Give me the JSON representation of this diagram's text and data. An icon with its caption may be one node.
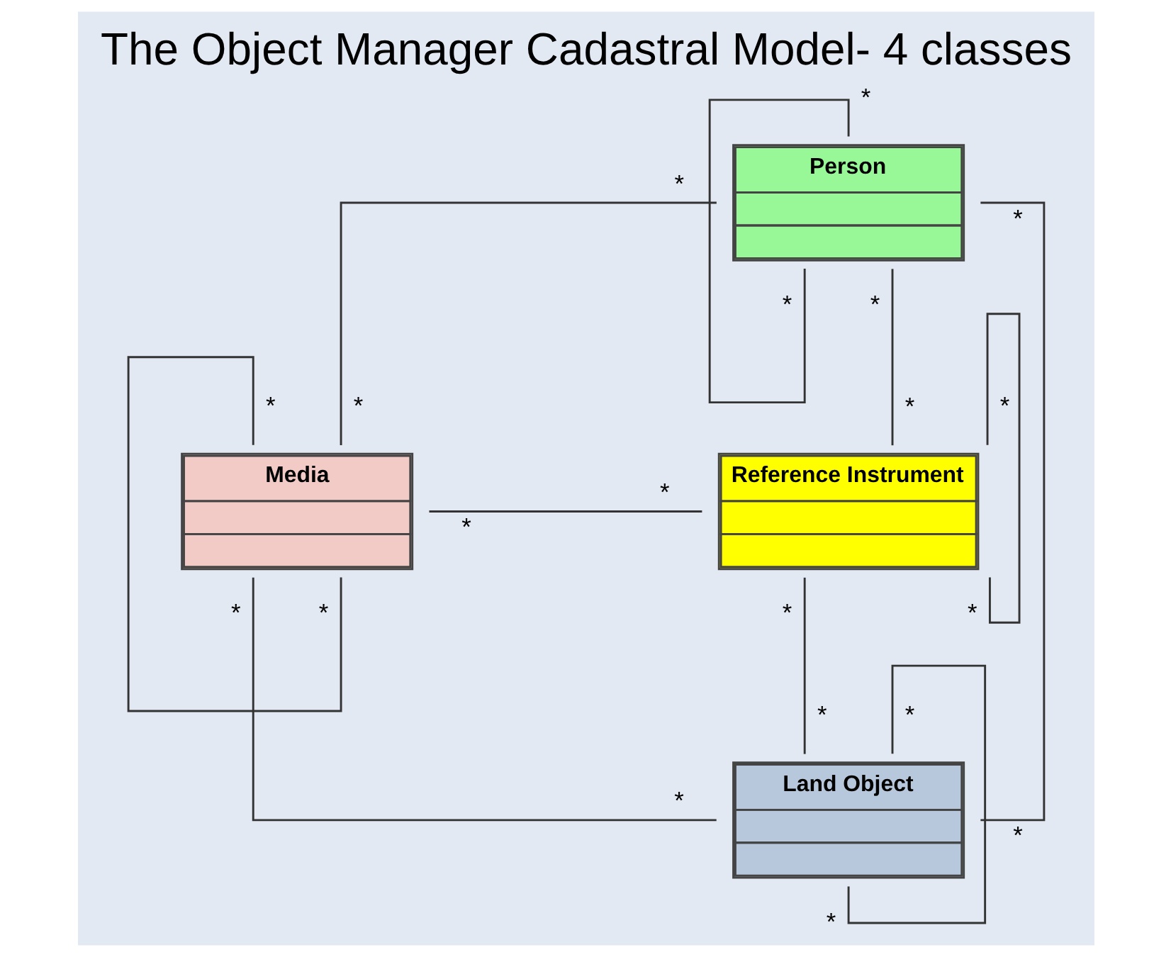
{
  "diagram": {
    "title": "The Object Manager Cadastral Model- 4 classes",
    "nodes": [
      {
        "text": [
          "Person"
        ]
      },
      {
        "text": [
          "Media"
        ]
      },
      {
        "text": [
          "Reference Instrument"
        ]
      },
      {
        "text": [
          "Land Object"
        ]
      }
    ],
    "edges": [
      {
        "from": 0,
        "to": 0,
        "arrow": "none"
      },
      {
        "from": 0,
        "to": 1,
        "arrow": "none"
      },
      {
        "from": 0,
        "to": 2,
        "arrow": "none"
      },
      {
        "from": 0,
        "to": 3,
        "arrow": "none"
      },
      {
        "from": 1,
        "to": 1,
        "arrow": "none"
      },
      {
        "from": 1,
        "to": 2,
        "arrow": "none"
      },
      {
        "from": 2,
        "to": 2,
        "arrow": "none"
      },
      {
        "from": 1,
        "to": 3,
        "arrow": "none"
      },
      {
        "from": 2,
        "to": 3,
        "arrow": "none"
      },
      {
        "from": 3,
        "to": 3,
        "arrow": "none"
      }
    ],
    "labels": [
      "*",
      "*",
      "*",
      "*",
      "*",
      "*",
      "*",
      "*",
      "*",
      "*",
      "*",
      "*",
      "*",
      "*",
      "*",
      "*",
      "*",
      "*",
      "*",
      "*"
    ]
  }
}
